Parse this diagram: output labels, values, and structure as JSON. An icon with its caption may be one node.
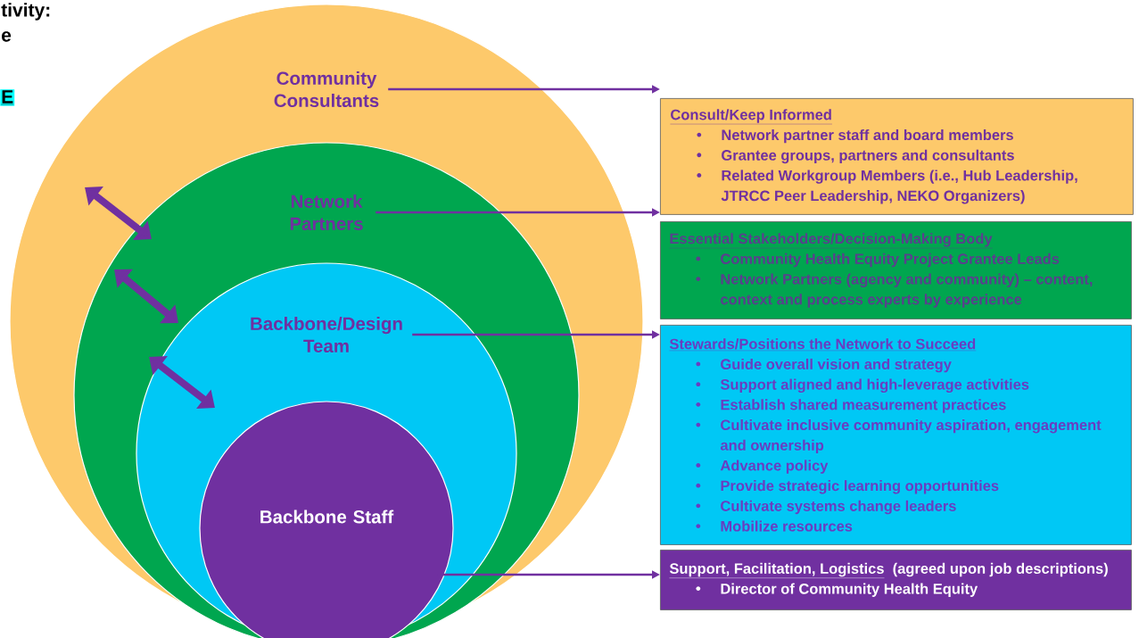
{
  "diagram": {
    "nodes": [
      {
        "text": [
          "Community Consultants"
        ]
      },
      {
        "text": [
          "Network Partners"
        ],
        "in": 0
      },
      {
        "text": [
          "Backbone/Design Team"
        ],
        "in": 1
      },
      {
        "text": [
          "Backbone Staff"
        ],
        "in": 2
      },
      {
        "text": [
          "Consult/Keep Informed",
          "Network partner staff and board members",
          "Grantee groups, partners and consultants",
          "Related Workgroup Members (i.e., Hub Leadership, JTRCC Peer Leadership, NEKO Organizers)"
        ]
      },
      {
        "text": [
          "Essential Stakeholders/Decision-Making Body",
          "Community Health Equity Project Grantee Leads",
          "Network Partners (agency and community) – content, context and process experts by experience"
        ]
      },
      {
        "text": [
          "Stewards/Positions the Network to Succeed",
          "Guide overall vision and strategy",
          "Support aligned and high-leverage activities",
          "Establish shared measurement practices",
          "Cultivate inclusive community aspiration, engagement and ownership",
          "Advance policy",
          "Provide strategic learning opportunities",
          "Cultivate systems change leaders",
          "Mobilize resources"
        ]
      },
      {
        "text": [
          "Support, Facilitation, Logistics",
          "(agreed upon job descriptions)",
          "Director of Community Health Equity"
        ]
      }
    ],
    "edges": [
      {
        "from": 0,
        "to": 4,
        "arrow": "to"
      },
      {
        "from": 1,
        "to": 5,
        "arrow": "to"
      },
      {
        "from": 2,
        "to": 6,
        "arrow": "to"
      },
      {
        "from": 3,
        "to": 7,
        "arrow": "to"
      },
      {
        "from": 0,
        "to": 1,
        "arrow": "both",
        "style": "thick"
      },
      {
        "from": 1,
        "to": 2,
        "arrow": "both",
        "style": "thick"
      },
      {
        "from": 2,
        "to": 3,
        "arrow": "both",
        "style": "thick"
      }
    ],
    "labels": [
      "tivity:",
      "e",
      "E"
    ]
  }
}
